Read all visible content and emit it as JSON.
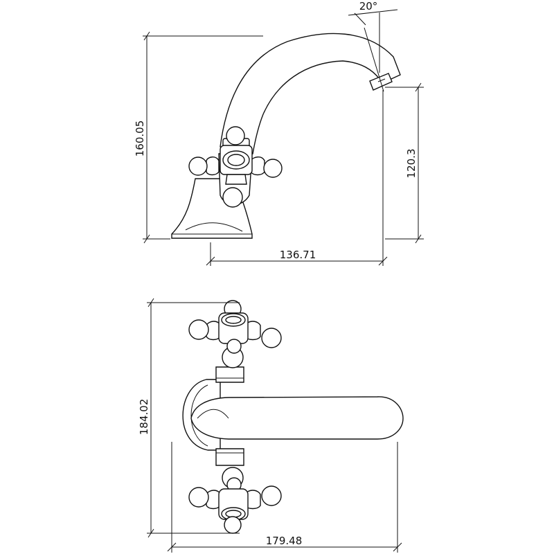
{
  "dimensions": {
    "spout_angle": "20°",
    "side_height": "160.05",
    "outlet_height": "120.3",
    "spout_reach": "136.71",
    "top_height": "184.02",
    "top_length": "179.48"
  }
}
